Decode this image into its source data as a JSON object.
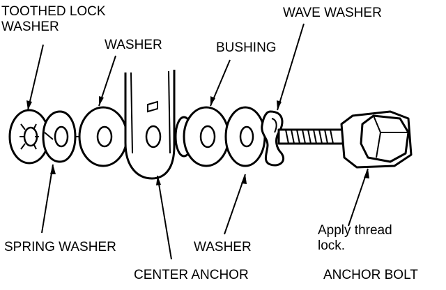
{
  "labels": {
    "toothed_lock_washer": "TOOTHED LOCK\nWASHER",
    "washer_top": "WASHER",
    "bushing": "BUSHING",
    "wave_washer": "WAVE WASHER",
    "spring_washer": "SPRING WASHER",
    "washer_bottom": "WASHER",
    "center_anchor": "CENTER ANCHOR",
    "apply_thread_lock": "Apply thread\nlock.",
    "anchor_bolt": "ANCHOR BOLT"
  },
  "colors": {
    "ink": "#000000",
    "paper": "#ffffff"
  }
}
